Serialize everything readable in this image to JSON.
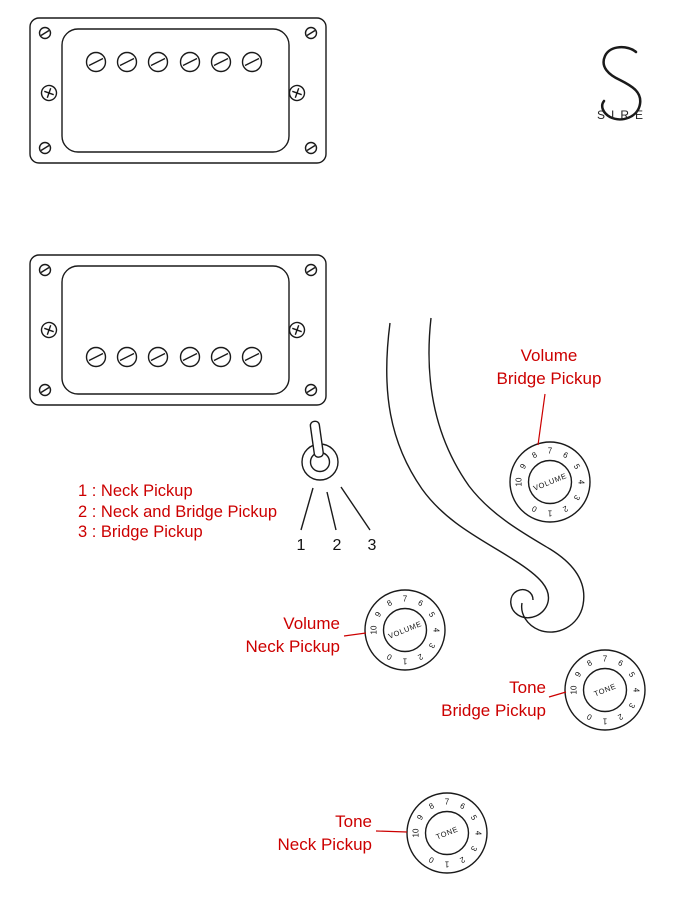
{
  "diagram": {
    "accent_red": "#cc0000",
    "line_color": "#1a1a1a",
    "background": "#ffffff"
  },
  "logo": {
    "brand": "SIRE"
  },
  "selector": {
    "legend": [
      "1 : Neck Pickup",
      "2 : Neck and Bridge Pickup",
      "3 : Bridge Pickup"
    ],
    "positions": [
      "1",
      "2",
      "3"
    ]
  },
  "knob_scale": [
    "0",
    "1",
    "2",
    "3",
    "4",
    "5",
    "6",
    "7",
    "8",
    "9",
    "10"
  ],
  "knobs": [
    {
      "id": "volume-bridge",
      "dial_label": "VOLUME",
      "caption": [
        "Volume",
        "Bridge Pickup"
      ]
    },
    {
      "id": "volume-neck",
      "dial_label": "VOLUME",
      "caption": [
        "Volume",
        "Neck Pickup"
      ]
    },
    {
      "id": "tone-bridge",
      "dial_label": "TONE",
      "caption": [
        "Tone",
        "Bridge Pickup"
      ]
    },
    {
      "id": "tone-neck",
      "dial_label": "TONE",
      "caption": [
        "Tone",
        "Neck Pickup"
      ]
    }
  ]
}
